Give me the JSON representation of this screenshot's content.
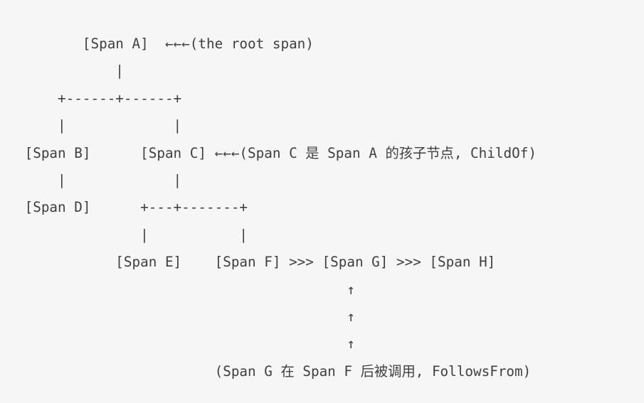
{
  "page": {
    "background_color": "#f6f6f6",
    "text_color": "#3f3f3f"
  },
  "diagram": {
    "lines": [
      "        [Span A]  ←←←(the root span)",
      "            |",
      "     +------+------+",
      "     |             |",
      " [Span B]      [Span C] ←←←(Span C 是 Span A 的孩子节点, ChildOf)",
      "     |             |",
      " [Span D]      +---+-------+",
      "               |           |",
      "            [Span E]    [Span F] >>> [Span G] >>> [Span H]",
      "                                        ↑",
      "                                        ↑",
      "                                        ↑",
      "                        (Span G 在 Span F 后被调用, FollowsFrom)"
    ],
    "span_labels": [
      "Span A",
      "Span B",
      "Span C",
      "Span D",
      "Span E",
      "Span F",
      "Span G",
      "Span H"
    ],
    "annotations": [
      "the root span",
      "Span C 是 Span A 的孩子节点, ChildOf",
      "Span G 在 Span F 后被调用, FollowsFrom"
    ]
  }
}
